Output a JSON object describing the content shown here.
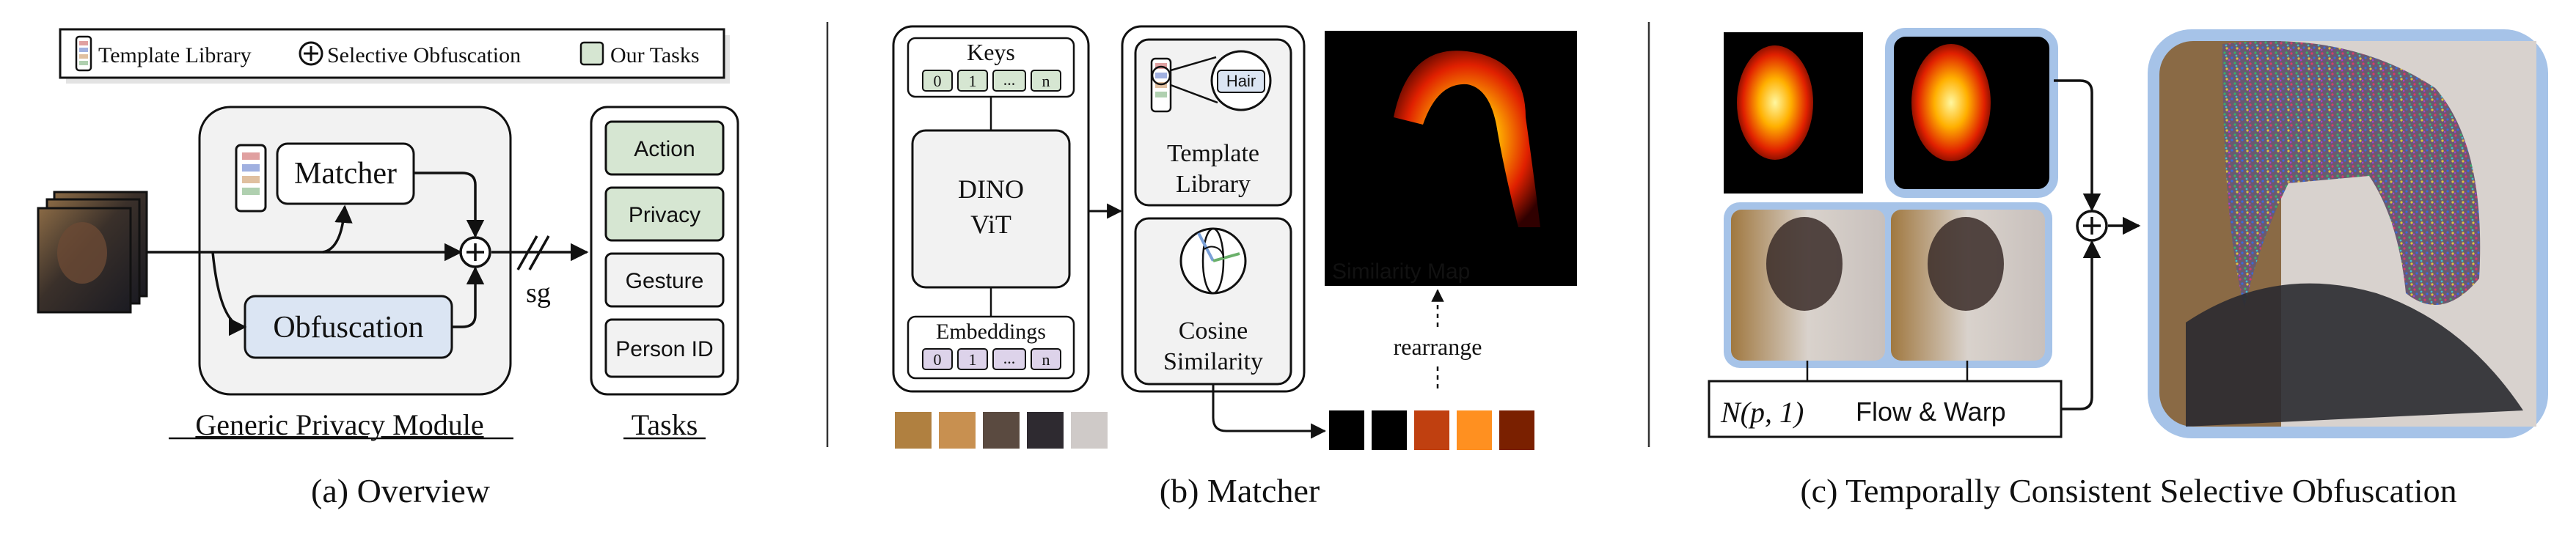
{
  "legend": {
    "template_library": "Template Library",
    "selective_obfuscation": "Selective Obfuscation",
    "our_tasks": "Our Tasks"
  },
  "overview": {
    "matcher": "Matcher",
    "obfuscation": "Obfuscation",
    "sg": "sg",
    "module_label": "Generic Privacy Module",
    "tasks_label": "Tasks",
    "tasks": [
      "Action",
      "Privacy",
      "Gesture",
      "Person ID"
    ],
    "caption": "(a) Overview"
  },
  "matcher": {
    "keys": "Keys",
    "key_tokens": [
      "0",
      "1",
      "...",
      "n"
    ],
    "dino_line1": "DINO",
    "dino_line2": "ViT",
    "embeddings": "Embeddings",
    "embedding_tokens": [
      "0",
      "1",
      "...",
      "n"
    ],
    "hair": "Hair",
    "template_line1": "Template",
    "template_line2": "Library",
    "cosine_line1": "Cosine",
    "cosine_line2": "Similarity",
    "similarity_map": "Similarity Map",
    "rearrange": "rearrange",
    "caption": "(b) Matcher"
  },
  "temporal": {
    "noise_label": "N(p, 1)",
    "flow_warp": "Flow & Warp",
    "caption": "(c) Temporally Consistent Selective Obfuscation"
  },
  "colors": {
    "task_highlight": "#d6e6d2",
    "obfuscation_fill": "#dbe5f3",
    "frame_border": "#a6c3e8",
    "module_fill": "#f2f2f2"
  }
}
